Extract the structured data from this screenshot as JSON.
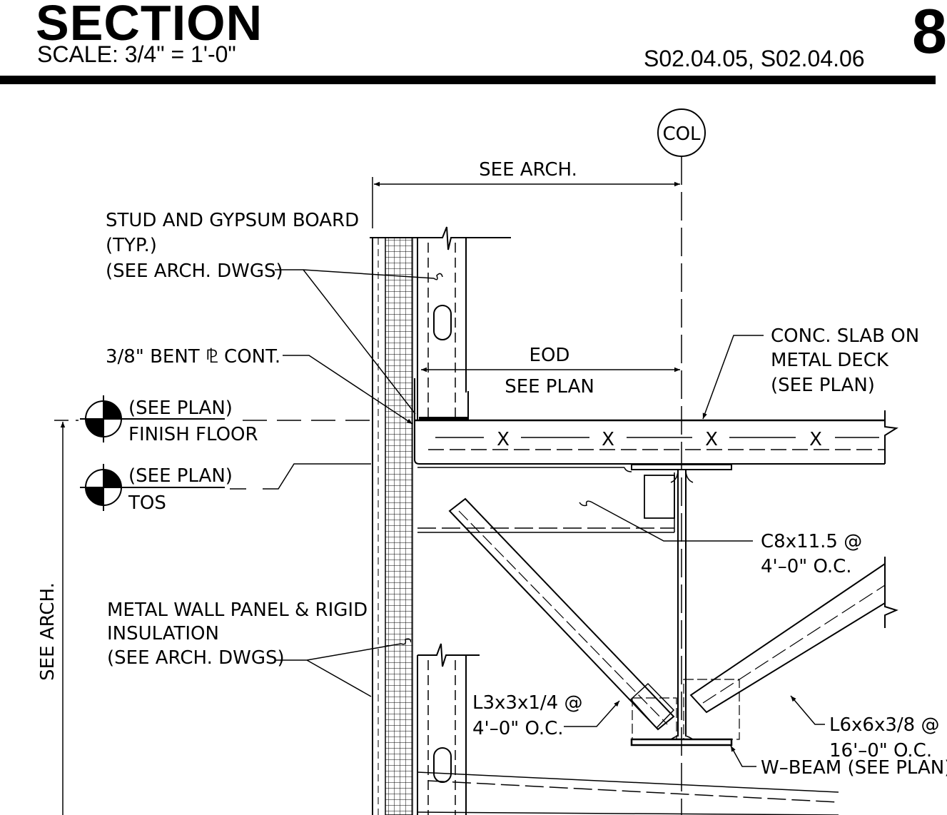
{
  "title_block": {
    "title": "SECTION",
    "scale": "SCALE:  3/4\" = 1'-0\"",
    "references": "S02.04.05, S02.04.06",
    "detail_number": "8"
  },
  "labels": {
    "col_tag": "COL",
    "dim_top": "SEE ARCH.",
    "eod": "EOD",
    "see_plan_dim": "SEE PLAN",
    "stud_line1": "STUD AND GYPSUM BOARD",
    "stud_line2": "(TYP.)",
    "stud_line3": "(SEE ARCH. DWGS)",
    "bent_plate": "3/8\" BENT ⅊ CONT.",
    "finish_floor_elev": "(SEE PLAN)",
    "finish_floor": "FINISH FLOOR",
    "tos_elev": "(SEE PLAN)",
    "tos": "TOS",
    "slab_line1": "CONC. SLAB ON",
    "slab_line2": "METAL DECK",
    "slab_line3": "(SEE PLAN)",
    "channel_line1": "C8x11.5 @",
    "channel_line2": "4'–0\" O.C.",
    "vertical_dim": "SEE ARCH.",
    "panel_line1": "METAL WALL PANEL & RIGID",
    "panel_line2": "INSULATION",
    "panel_line3": "(SEE ARCH. DWGS)",
    "angle_l3_line1": "L3x3x1/4 @",
    "angle_l3_line2": "4'–0\" O.C.",
    "angle_l6_line1": "L6x6x3/8 @",
    "angle_l6_line2": "16'–0\" O.C.",
    "wbeam": "W–BEAM (SEE PLAN)",
    "deck_x_marks": [
      "X",
      "X",
      "X",
      "X"
    ]
  }
}
